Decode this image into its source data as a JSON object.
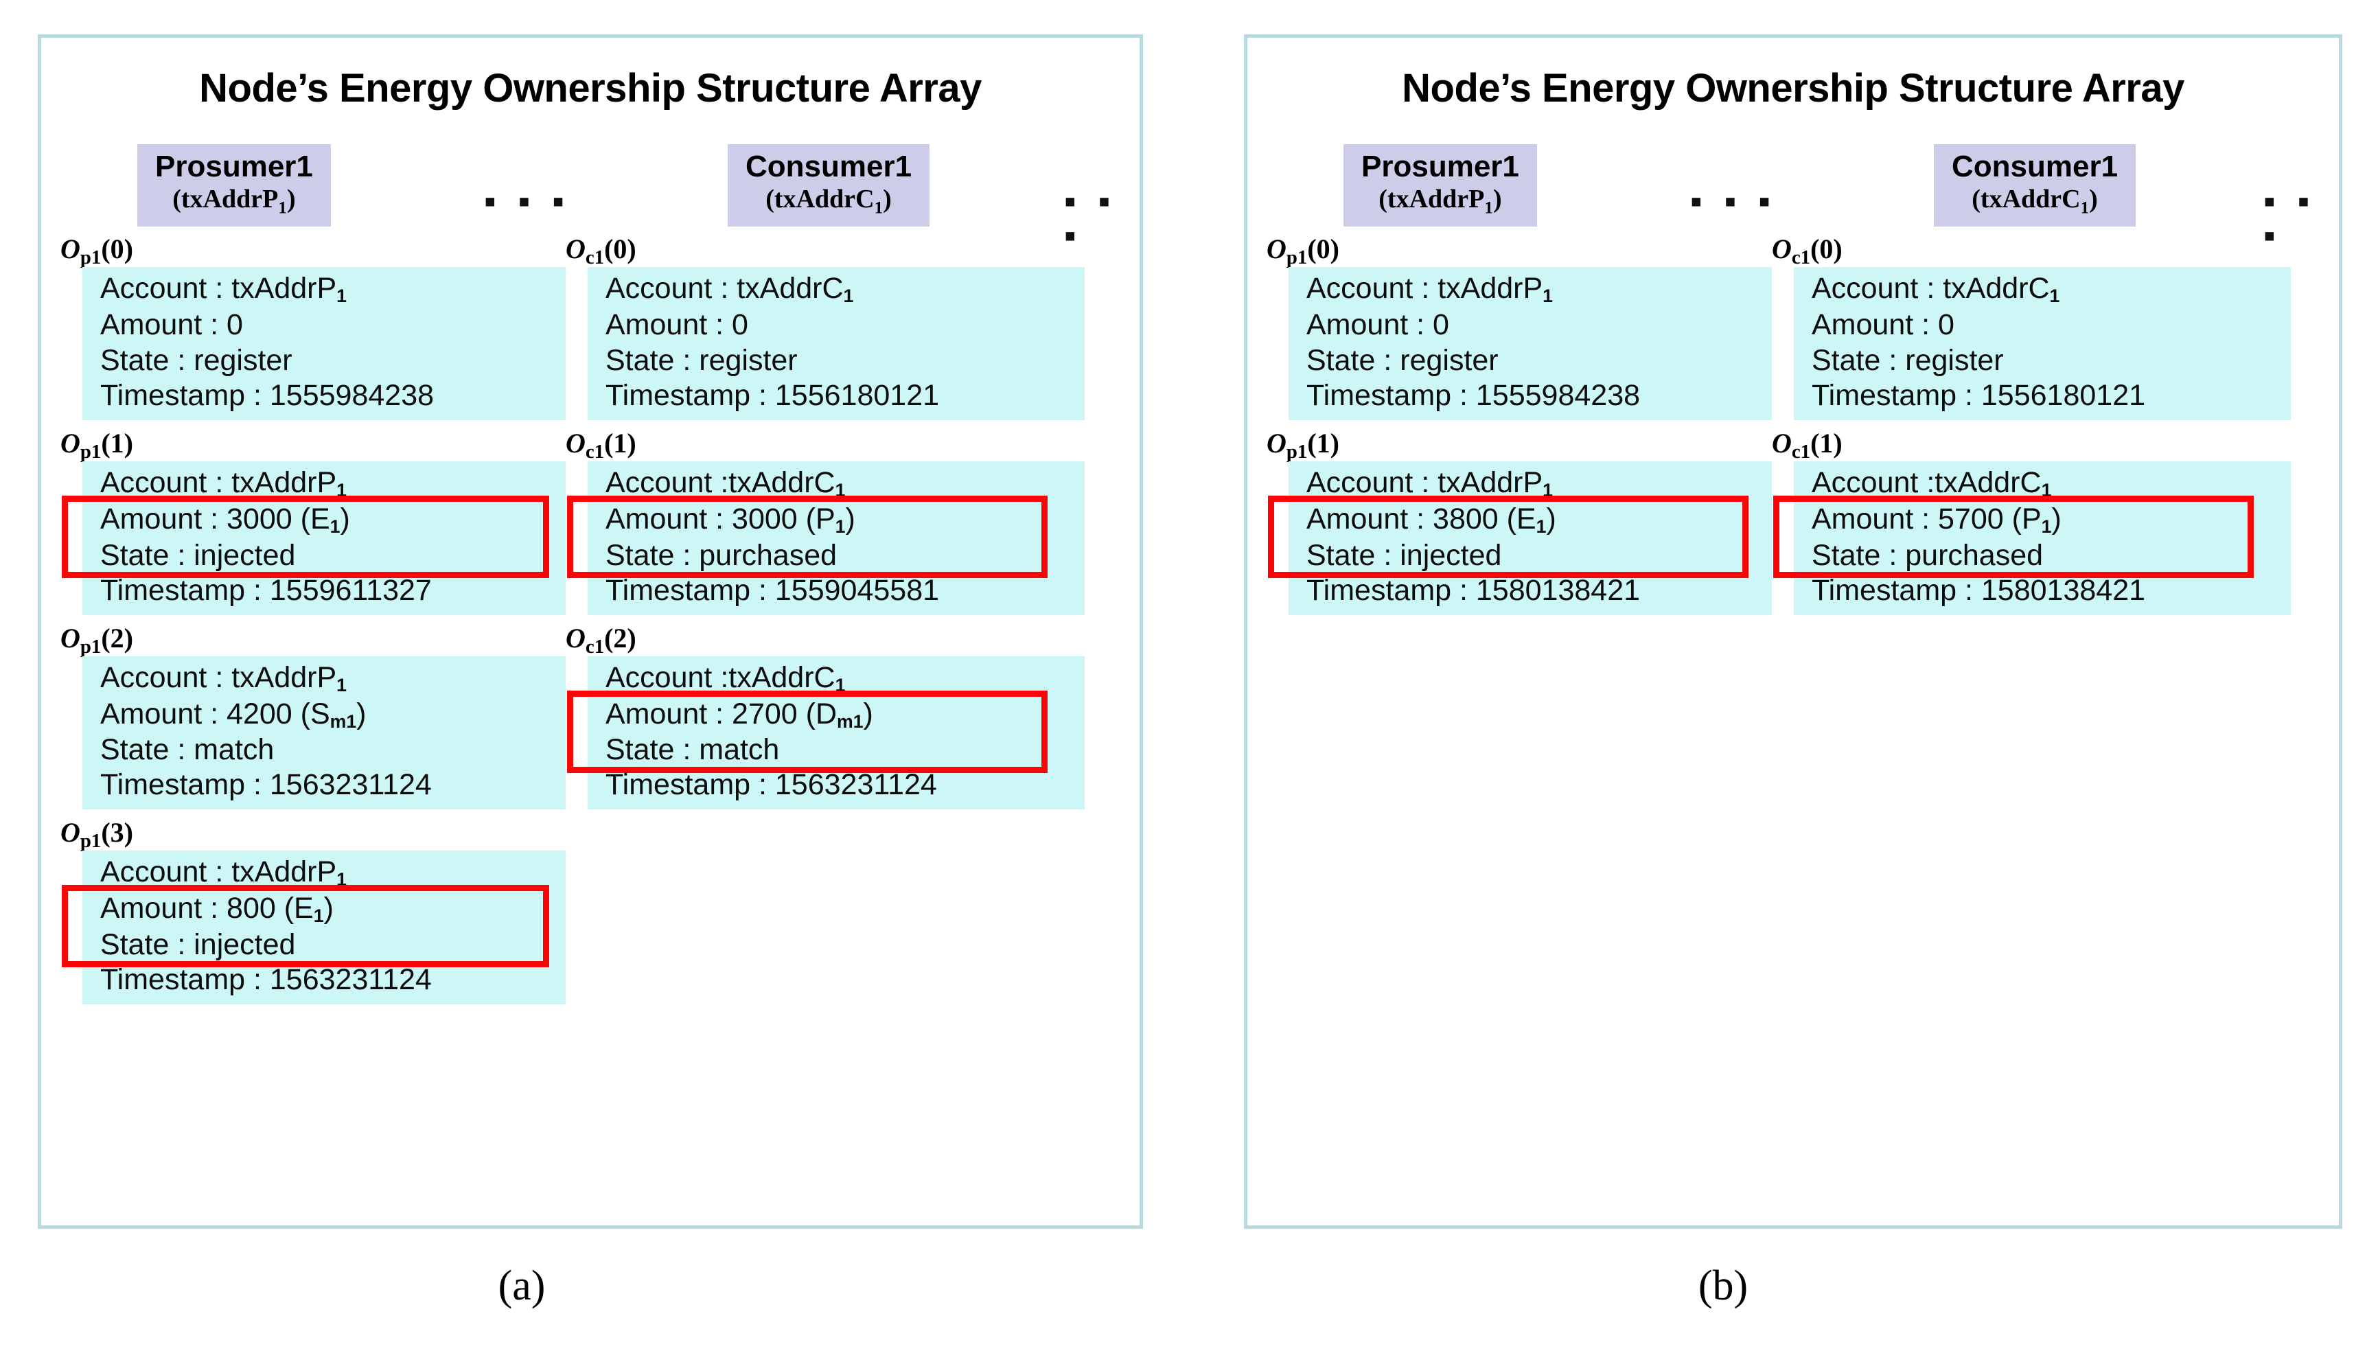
{
  "figure": {
    "caption_a": "(a)",
    "caption_b": "(b)"
  },
  "panels": [
    {
      "id": "a",
      "title": "Node’s Energy Ownership Structure Array",
      "chips": [
        {
          "name": "Prosumer1",
          "addr_prefix": "(txAddrP",
          "addr_sub": "1",
          "addr_suffix": ")"
        },
        {
          "name": "Consumer1",
          "addr_prefix": "(txAddrC",
          "addr_sub": "1",
          "addr_suffix": ")"
        }
      ],
      "ellipsis": "▪ ▪ ▪",
      "columns": [
        {
          "owner": "prosumer",
          "records": [
            {
              "label_var": "O",
              "label_sub": "p1",
              "label_index": "(0)",
              "account": "Account : txAddrP",
              "account_sub": "1",
              "amount": "Amount : 0",
              "amount_sub": "",
              "amount_suffix": "",
              "state": "State : register",
              "timestamp": "Timestamp : 1555984238",
              "highlighted": false
            },
            {
              "label_var": "O",
              "label_sub": "p1",
              "label_index": "(1)",
              "account": "Account : txAddrP",
              "account_sub": "1",
              "amount": "Amount : 3000 (E",
              "amount_sub": "1",
              "amount_suffix": ")",
              "state": "State : injected",
              "timestamp": "Timestamp : 1559611327",
              "highlighted": true
            },
            {
              "label_var": "O",
              "label_sub": "p1",
              "label_index": "(2)",
              "account": "Account : txAddrP",
              "account_sub": "1",
              "amount": "Amount : 4200 (S",
              "amount_sub": "m1",
              "amount_suffix": ")",
              "state": "State : match",
              "timestamp": "Timestamp : 1563231124",
              "highlighted": false
            },
            {
              "label_var": "O",
              "label_sub": "p1",
              "label_index": "(3)",
              "account": "Account : txAddrP",
              "account_sub": "1",
              "amount": "Amount : 800 (E",
              "amount_sub": "1",
              "amount_suffix": ")",
              "state": "State : injected",
              "timestamp": "Timestamp : 1563231124",
              "highlighted": true
            }
          ]
        },
        {
          "owner": "consumer",
          "records": [
            {
              "label_var": "O",
              "label_sub": "c1",
              "label_index": "(0)",
              "account": "Account : txAddrC",
              "account_sub": "1",
              "amount": "Amount : 0",
              "amount_sub": "",
              "amount_suffix": "",
              "state": "State : register",
              "timestamp": "Timestamp : 1556180121",
              "highlighted": false
            },
            {
              "label_var": "O",
              "label_sub": "c1",
              "label_index": "(1)",
              "account": "Account :txAddrC",
              "account_sub": "1",
              "amount": "Amount : 3000 (P",
              "amount_sub": "1",
              "amount_suffix": ")",
              "state": "State : purchased",
              "timestamp": "Timestamp : 1559045581",
              "highlighted": true
            },
            {
              "label_var": "O",
              "label_sub": "c1",
              "label_index": "(2)",
              "account": "Account :txAddrC",
              "account_sub": "1",
              "amount": "Amount : 2700 (D",
              "amount_sub": "m1",
              "amount_suffix": ")",
              "state": "State : match",
              "timestamp": "Timestamp : 1563231124",
              "highlighted": true
            }
          ]
        }
      ]
    },
    {
      "id": "b",
      "title": "Node’s Energy Ownership Structure Array",
      "chips": [
        {
          "name": "Prosumer1",
          "addr_prefix": "(txAddrP",
          "addr_sub": "1",
          "addr_suffix": ")"
        },
        {
          "name": "Consumer1",
          "addr_prefix": "(txAddrC",
          "addr_sub": "1",
          "addr_suffix": ")"
        }
      ],
      "ellipsis": "▪ ▪ ▪",
      "columns": [
        {
          "owner": "prosumer",
          "records": [
            {
              "label_var": "O",
              "label_sub": "p1",
              "label_index": "(0)",
              "account": "Account : txAddrP",
              "account_sub": "1",
              "amount": "Amount : 0",
              "amount_sub": "",
              "amount_suffix": "",
              "state": "State : register",
              "timestamp": "Timestamp : 1555984238",
              "highlighted": false
            },
            {
              "label_var": "O",
              "label_sub": "p1",
              "label_index": "(1)",
              "account": "Account : txAddrP",
              "account_sub": "1",
              "amount": "Amount : 3800 (E",
              "amount_sub": "1",
              "amount_suffix": ")",
              "state": "State : injected",
              "timestamp": "Timestamp : 1580138421",
              "highlighted": true
            }
          ]
        },
        {
          "owner": "consumer",
          "records": [
            {
              "label_var": "O",
              "label_sub": "c1",
              "label_index": "(0)",
              "account": "Account : txAddrC",
              "account_sub": "1",
              "amount": "Amount : 0",
              "amount_sub": "",
              "amount_suffix": "",
              "state": "State : register",
              "timestamp": "Timestamp : 1556180121",
              "highlighted": false
            },
            {
              "label_var": "O",
              "label_sub": "c1",
              "label_index": "(1)",
              "account": "Account :txAddrC",
              "account_sub": "1",
              "amount": "Amount : 5700 (P",
              "amount_sub": "1",
              "amount_suffix": ")",
              "state": "State : purchased",
              "timestamp": "Timestamp : 1580138421",
              "highlighted": true
            }
          ]
        }
      ]
    }
  ],
  "colors": {
    "panel_border": "#b9dade",
    "record_bg": "#cdf7f7",
    "chip_bg": "#cdcde9",
    "highlight": "#fb0606",
    "text": "#0d0d0d"
  }
}
